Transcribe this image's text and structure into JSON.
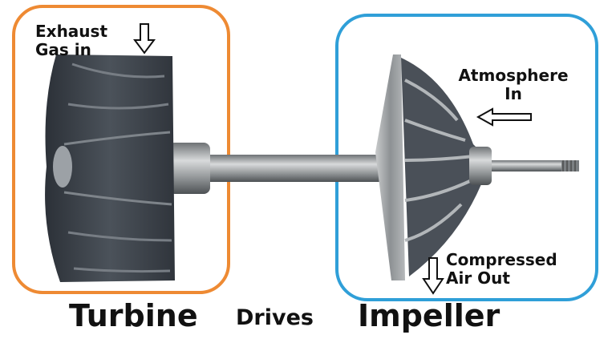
{
  "labels": {
    "exhaust": "Exhaust\nGas in",
    "atmosphere": "Atmosphere\nIn",
    "compressed": "Compressed\nAir Out",
    "turbine": "Turbine",
    "drives": "Drives",
    "impeller": "Impeller"
  },
  "colors": {
    "turbine_box": "#ee8a33",
    "impeller_box": "#2f9fd8",
    "metal_dark": "#3a4048",
    "metal_light": "#b9bcbe",
    "shaft": "#9a9ea0"
  }
}
